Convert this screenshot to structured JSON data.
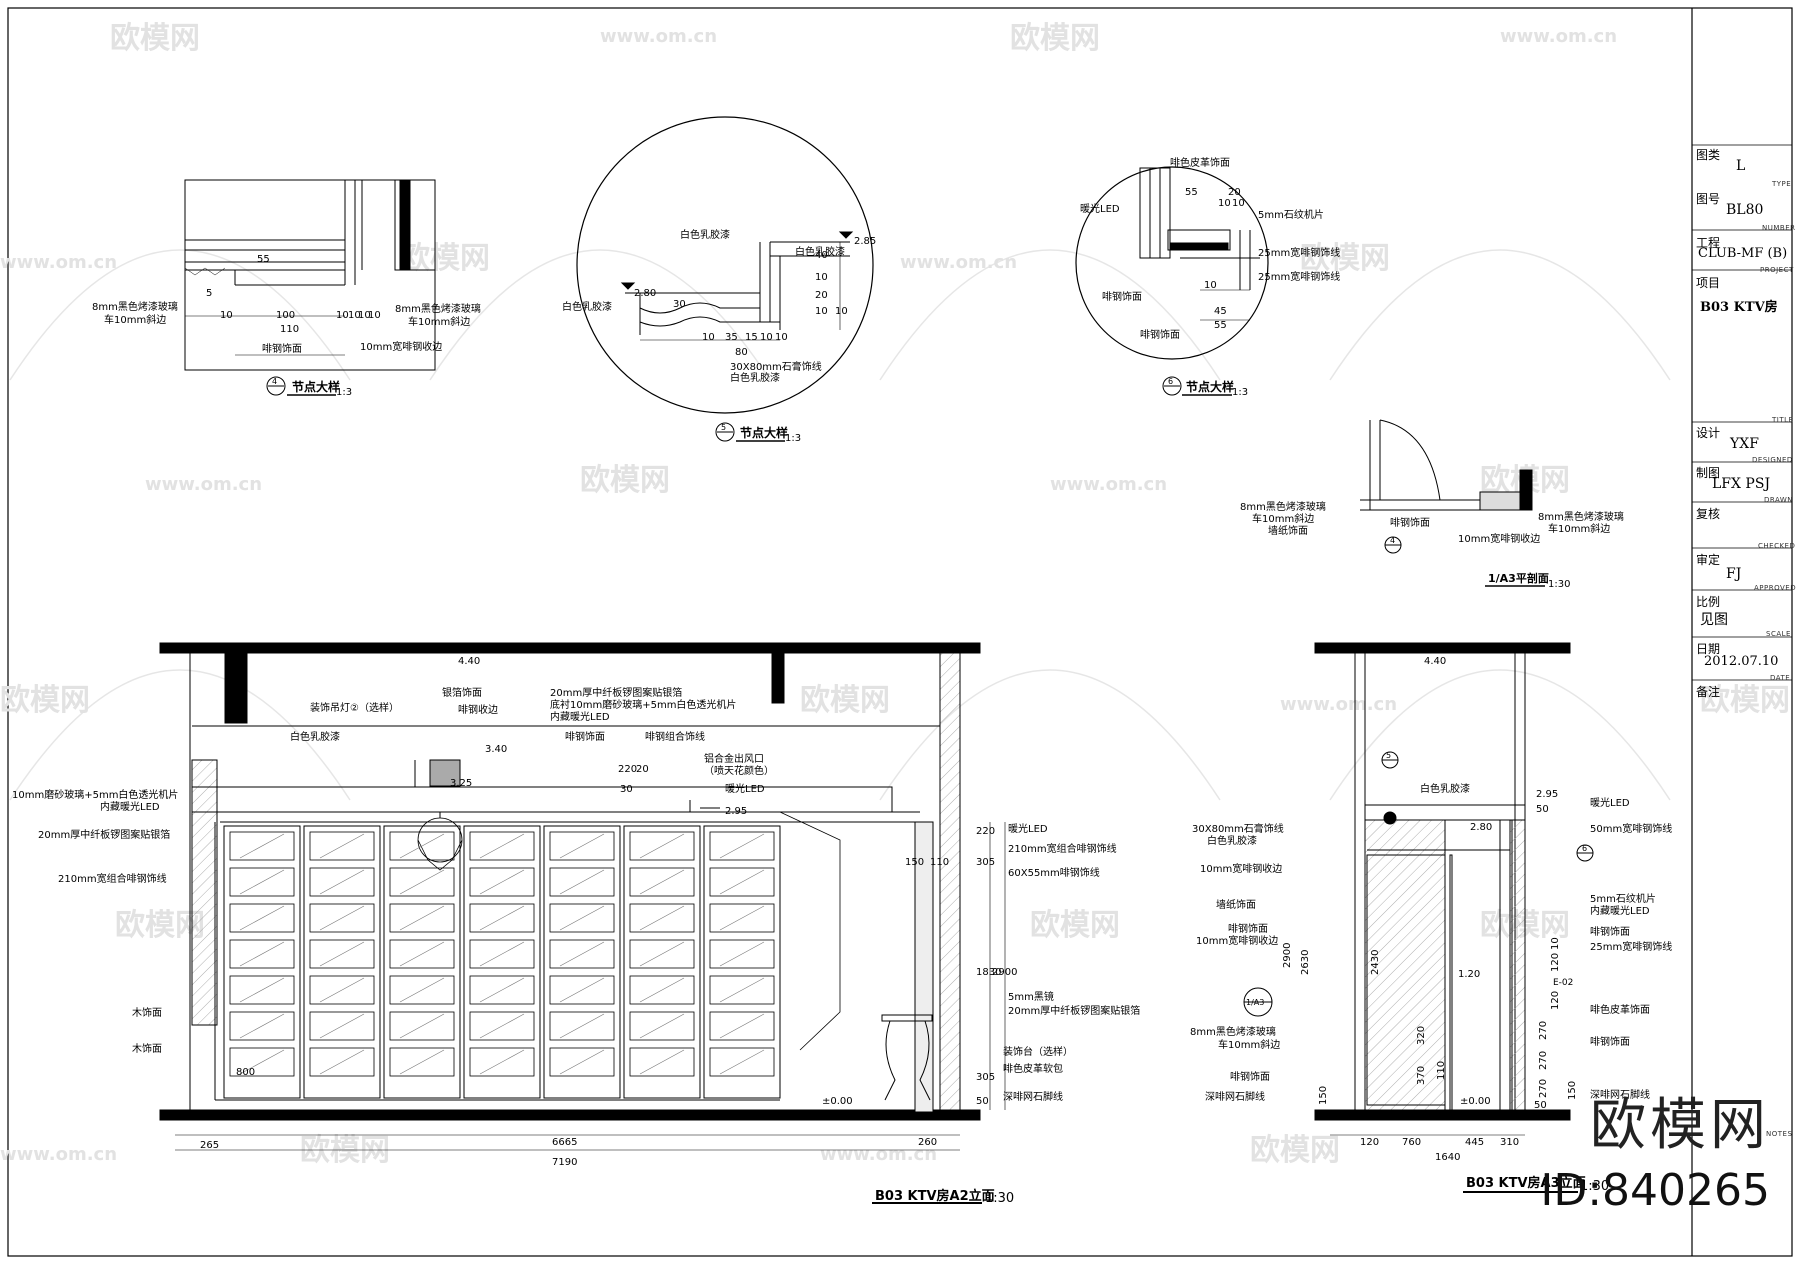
{
  "watermark": {
    "brand": "欧模网",
    "url": "www.om.cn"
  },
  "title_block": {
    "rows": [
      {
        "label": "图类",
        "value": "L",
        "en": "TYPE"
      },
      {
        "label": "图号",
        "value": "BL80",
        "en": "NUMBER"
      },
      {
        "label": "工程",
        "value": "CLUB-MF (B)",
        "en": "PROJECT"
      },
      {
        "label": "项目",
        "value": "B03 KTV房",
        "en": "TITLE"
      },
      {
        "label": "设计",
        "value": "YXF",
        "en": "DESIGNED"
      },
      {
        "label": "制图",
        "value": "LFX  PSJ",
        "en": "DRAWN"
      },
      {
        "label": "复核",
        "value": "",
        "en": "CHECKED"
      },
      {
        "label": "审定",
        "value": "FJ",
        "en": "APPROVED"
      },
      {
        "label": "比例",
        "value": "见图",
        "en": "SCALE"
      },
      {
        "label": "日期",
        "value": "2012.07.10",
        "en": "DATE"
      },
      {
        "label": "备注",
        "value": "",
        "en": "NOTES"
      }
    ]
  },
  "details": {
    "d4": {
      "num": "4",
      "title": "节点大样",
      "scale": "1:3",
      "labels": [
        "8mm黑色烤漆玻璃",
        "车10mm斜边",
        "8mm黑色烤漆玻璃",
        "车10mm斜边",
        "啡钢饰面",
        "10mm宽啡钢收边"
      ],
      "dims": [
        "10",
        "100",
        "10",
        "110",
        "10",
        "10",
        "10",
        "55",
        "5"
      ]
    },
    "d5": {
      "num": "5",
      "title": "节点大样",
      "scale": "1:3",
      "labels": [
        "白色乳胶漆",
        "白色乳胶漆",
        "白色乳胶漆",
        "30X80mm石膏饰线",
        "白色乳胶漆"
      ],
      "levels": [
        "2.85",
        "2.80"
      ],
      "dims": [
        "10",
        "35",
        "15",
        "10",
        "10",
        "80",
        "30",
        "40",
        "10",
        "20",
        "10",
        "10"
      ]
    },
    "d6": {
      "num": "6",
      "title": "节点大样",
      "scale": "1:3",
      "labels": [
        "啡色皮革饰面",
        "暖光LED",
        "5mm石纹机片",
        "25mm宽啡钢饰线",
        "25mm宽啡钢饰线",
        "啡钢饰面",
        "啡钢饰面"
      ],
      "dims": [
        "55",
        "20",
        "10",
        "10",
        "10",
        "45",
        "55"
      ]
    },
    "plan": {
      "title": "1/A3平剖面",
      "scale": "1:30",
      "ref": "4",
      "labels": [
        "8mm黑色烤漆玻璃",
        "车10mm斜边",
        "墙纸饰面",
        "啡钢饰面",
        "8mm黑色烤漆玻璃",
        "车10mm斜边",
        "10mm宽啡钢收边"
      ]
    }
  },
  "elev_a2": {
    "title": "B03 KTV房A2立面",
    "scale": "1:30",
    "levels": [
      "4.40",
      "3.40",
      "3.25",
      "2.95",
      "±0.00"
    ],
    "left_labels": [
      "10mm磨砂玻璃+5mm白色透光机片",
      "内藏暖光LED",
      "20mm厚中纤板锣图案贴银箔",
      "210mm宽组合啡钢饰线",
      "木饰面",
      "木饰面"
    ],
    "top_labels": [
      "装饰吊灯②（选样）",
      "银箔饰面",
      "啡钢收边",
      "白色乳胶漆",
      "20mm厚中纤板锣图案贴银箔",
      "底衬10mm磨砂玻璃+5mm白色透光机片",
      "内藏暖光LED",
      "啡钢饰面",
      "啡钢组合饰线",
      "铝合金出风口",
      "（喷天花颜色）",
      "暖光LED"
    ],
    "right_labels": [
      "暖光LED",
      "210mm宽组合啡钢饰线",
      "60X55mm啡钢饰线",
      "5mm黑镜",
      "20mm厚中纤板锣图案贴银箔",
      "装饰台（选样）",
      "啡色皮革软包",
      "深啡网石脚线"
    ],
    "right_dims": [
      "220",
      "150",
      "110",
      "305",
      "1830",
      "2900",
      "305",
      "50"
    ],
    "bottom_dims": [
      "265",
      "6665",
      "260",
      "7190"
    ],
    "side_dim": "800",
    "dim_20": "20",
    "dim_30": "30",
    "dim_220": "220"
  },
  "elev_a3": {
    "title": "B03 KTV房A3立面",
    "scale": "1:30",
    "levels": [
      "4.40",
      "2.95",
      "2.80",
      "1.20",
      "±0.00"
    ],
    "refs": {
      "top": "5",
      "left": "1/A3",
      "right": "6",
      "tag": "E-02"
    },
    "left_labels": [
      "白色乳胶漆",
      "30X80mm石膏饰线",
      "白色乳胶漆",
      "10mm宽啡钢收边",
      "墙纸饰面",
      "啡钢饰面",
      "10mm宽啡钢收边",
      "8mm黑色烤漆玻璃",
      "车10mm斜边",
      "啡钢饰面",
      "深啡网石脚线"
    ],
    "right_labels": [
      "暖光LED",
      "50mm宽啡钢饰线",
      "5mm石纹机片",
      "内藏暖光LED",
      "啡钢饰面",
      "25mm宽啡钢饰线",
      "啡色皮革饰面",
      "啡钢饰面",
      "深啡网石脚线"
    ],
    "vert_dims": [
      "2900",
      "2630",
      "2430",
      "320",
      "370",
      "110",
      "150"
    ],
    "right_dims": [
      "50",
      "120",
      "120",
      "270",
      "270",
      "270",
      "50",
      "10",
      "150"
    ],
    "bottom_dims": [
      "120",
      "760",
      "445",
      "310",
      "1640"
    ]
  },
  "brand_overlay": {
    "name": "欧模网",
    "id": "ID:840265"
  }
}
